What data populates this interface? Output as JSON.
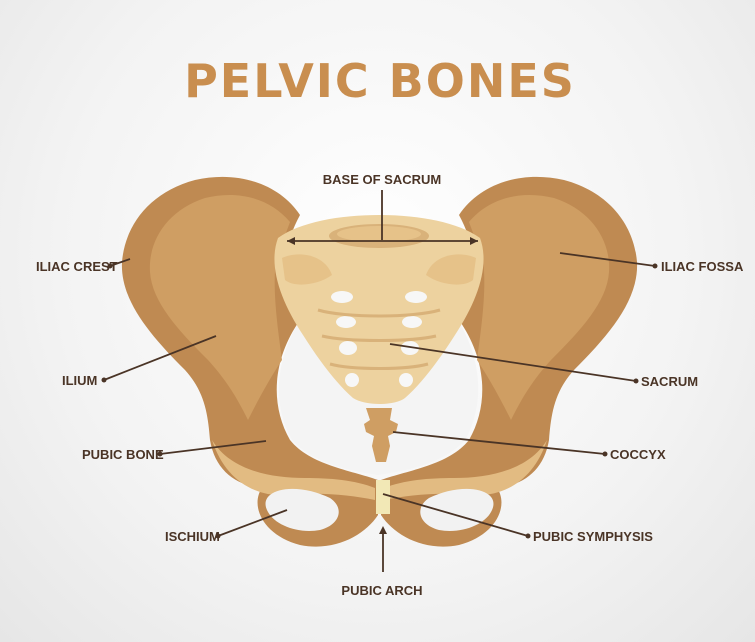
{
  "title": "PELVIC BONES",
  "labels": {
    "base_of_sacrum": "BASE OF SACRUM",
    "iliac_crest": "ILIAC CREST",
    "iliac_fossa": "ILIAC FOSSA",
    "ilium": "ILIUM",
    "sacrum": "SACRUM",
    "pubic_bone": "PUBIC BONE",
    "coccyx": "COCCYX",
    "ischium": "ISCHIUM",
    "pubic_symphysis": "PUBIC SYMPHYSIS",
    "pubic_arch": "PUBIC ARCH"
  },
  "colors": {
    "title": "#c98e4f",
    "bone_dark": "#bf8a52",
    "bone_mid": "#cf9e63",
    "bone_light": "#e6c289",
    "sacrum": "#edd29f",
    "cartilage": "#f2e8b6",
    "label": "#4a3426"
  }
}
